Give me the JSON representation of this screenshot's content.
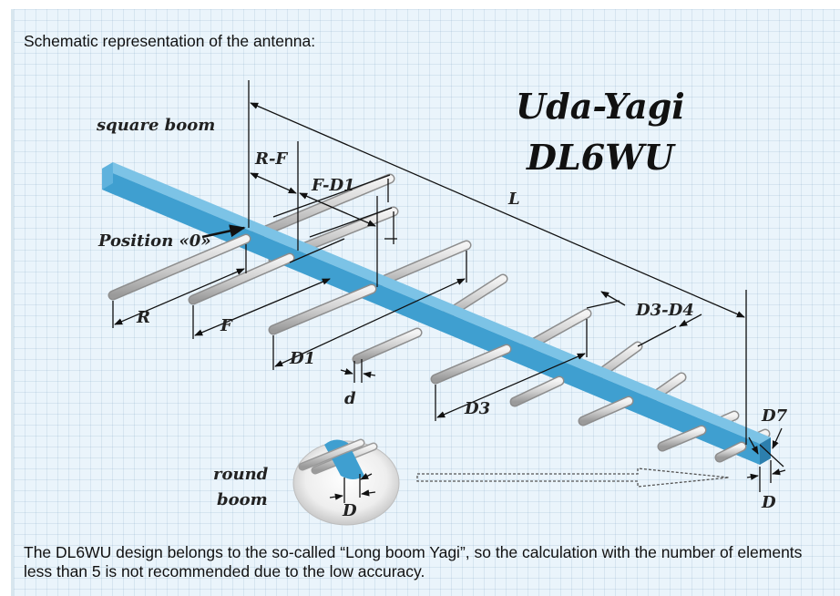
{
  "heading": "Schematic representation of the antenna:",
  "title_line1": "Uda-Yagi",
  "title_line2": "DL6WU",
  "labels": {
    "square_boom": "square boom",
    "position_zero": "Position «0»",
    "r_minus_f": "R-F",
    "f_minus_d1": "F-D1",
    "l": "L",
    "r": "R",
    "f": "F",
    "d1": "D1",
    "d_small": "d",
    "d3": "D3",
    "d3_minus_d4": "D3-D4",
    "d7": "D7",
    "round": "round",
    "boom": "boom",
    "d_inset": "D",
    "d_end": "D"
  },
  "footer": "The DL6WU design belongs to the so-called “Long boom Yagi”, so the calculation with the number of elements less than 5 is not recommended due to the low accuracy.",
  "colors": {
    "boom": "#3f9fd0",
    "boom_dark": "#2c7fae",
    "element": "#d9d9d9",
    "background": "#eaf4fb"
  }
}
